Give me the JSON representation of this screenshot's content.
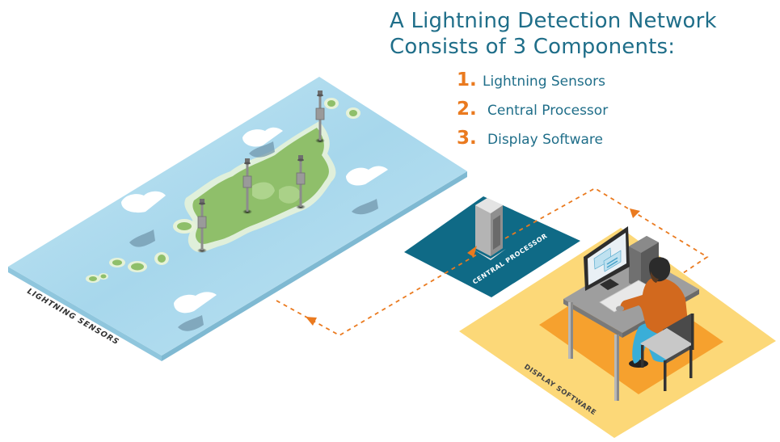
{
  "header": {
    "title_line1": "A Lightning Detection Network",
    "title_line2": "Consists of 3 Components:"
  },
  "components": [
    {
      "number": "1.",
      "label": "Lightning Sensors"
    },
    {
      "number": "2.",
      "label": "Central Processor"
    },
    {
      "number": "3.",
      "label": "Display Software"
    }
  ],
  "diagram": {
    "sensors_label": "LIGHTNING SENSORS",
    "processor_label": "CENTRAL PROCESSOR",
    "display_label": "DISPLAY SOFTWARE",
    "sensor_count": 4,
    "flow": [
      "lightning-sensors",
      "central-processor",
      "display-software"
    ]
  },
  "colors": {
    "title": "#1f6e89",
    "accent_number": "#ea7a1f",
    "ocean": "#a9d8ec",
    "land": "#8fbf6a",
    "processor_panel": "#0f6a86",
    "display_platform": "#fcd878",
    "display_inner": "#f6a12e",
    "flow_arrow": "#ea7a1f"
  }
}
